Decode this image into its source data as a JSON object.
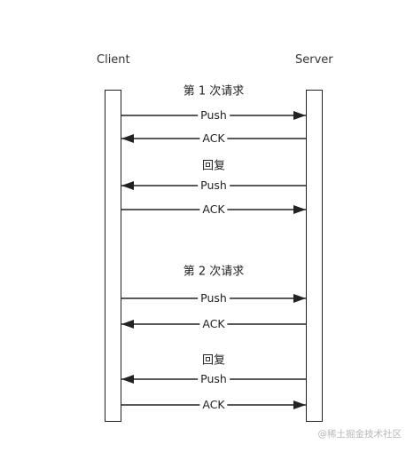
{
  "participants": {
    "client": "Client",
    "server": "Server"
  },
  "groups": [
    {
      "label": "第 1 次请求",
      "messages": [
        {
          "label": "Push",
          "direction": "client-to-server"
        },
        {
          "label": "ACK",
          "direction": "server-to-client"
        }
      ]
    },
    {
      "label": "回复",
      "messages": [
        {
          "label": "Push",
          "direction": "server-to-client"
        },
        {
          "label": "ACK",
          "direction": "client-to-server"
        }
      ]
    },
    {
      "label": "第 2 次请求",
      "messages": [
        {
          "label": "Push",
          "direction": "client-to-server"
        },
        {
          "label": "ACK",
          "direction": "server-to-client"
        }
      ]
    },
    {
      "label": "回复",
      "messages": [
        {
          "label": "Push",
          "direction": "server-to-client"
        },
        {
          "label": "ACK",
          "direction": "client-to-server"
        }
      ]
    }
  ],
  "watermark": "@稀土掘金技术社区"
}
